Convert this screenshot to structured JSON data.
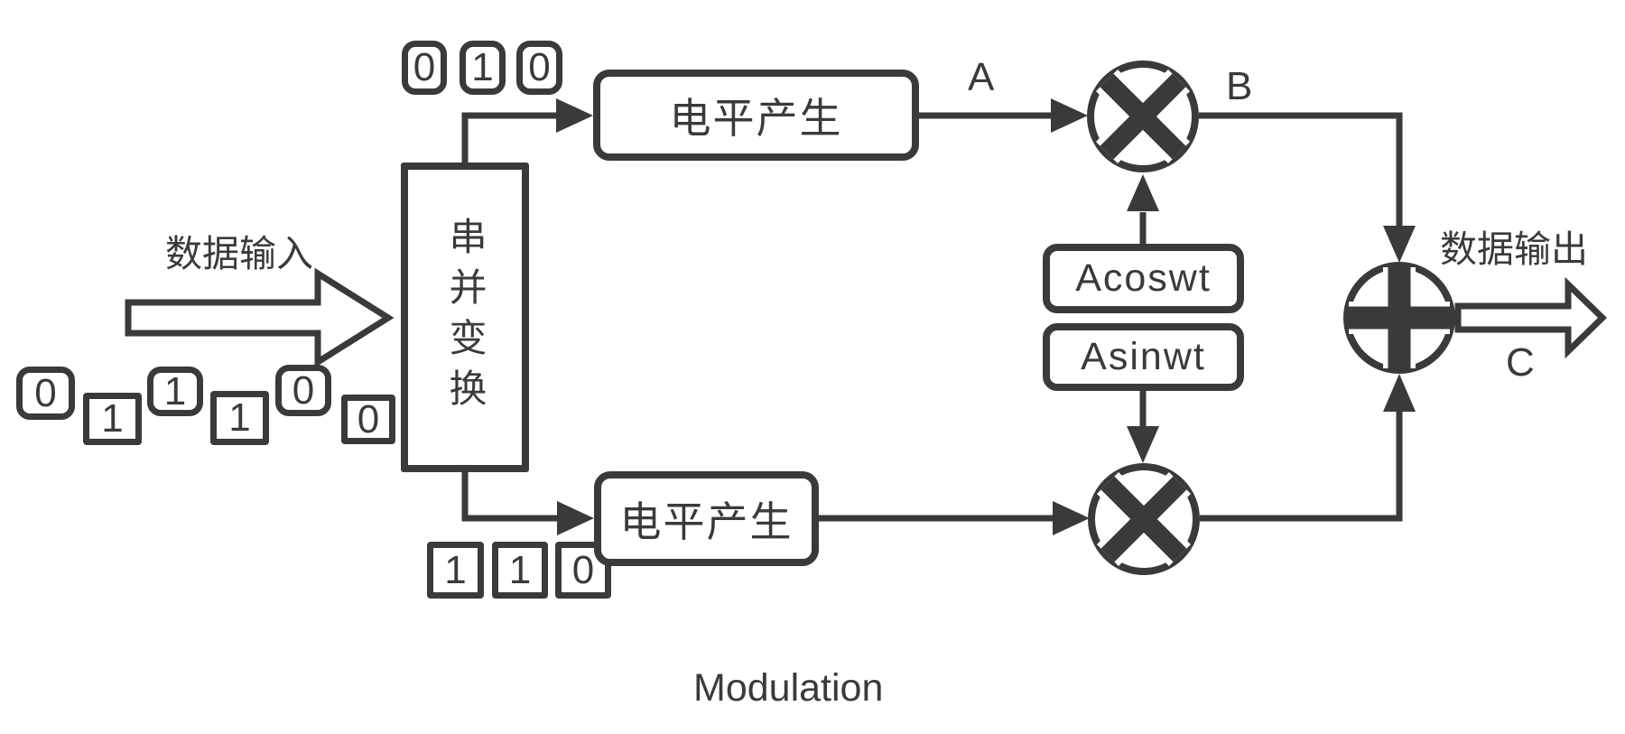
{
  "diagram": {
    "title": "Modulation",
    "stroke_color": "#3a3a3a",
    "background": "#ffffff"
  },
  "labels": {
    "data_input": "数据输入",
    "data_output": "数据输出",
    "serial_to_parallel": "串并变换",
    "level_generator_top": "电平产生",
    "level_generator_bottom": "电平产生",
    "carrier_cos": "Acoswt",
    "carrier_sin": "Asinwt",
    "node_a": "A",
    "node_b": "B",
    "node_c": "C"
  },
  "bits": {
    "input_sequence": [
      {
        "value": "0",
        "shape": "rounded"
      },
      {
        "value": "1",
        "shape": "square"
      },
      {
        "value": "1",
        "shape": "rounded"
      },
      {
        "value": "1",
        "shape": "square"
      },
      {
        "value": "0",
        "shape": "rounded"
      },
      {
        "value": "0",
        "shape": "square"
      }
    ],
    "i_branch": [
      "0",
      "1",
      "0"
    ],
    "q_branch": [
      "1",
      "1",
      "0"
    ]
  },
  "icons": {
    "multiplier_top": "circled-x-mixer",
    "multiplier_bottom": "circled-x-mixer",
    "adder": "circled-plus-adder",
    "input_arrow": "hollow-right-arrow",
    "output_arrow": "hollow-right-arrow"
  }
}
